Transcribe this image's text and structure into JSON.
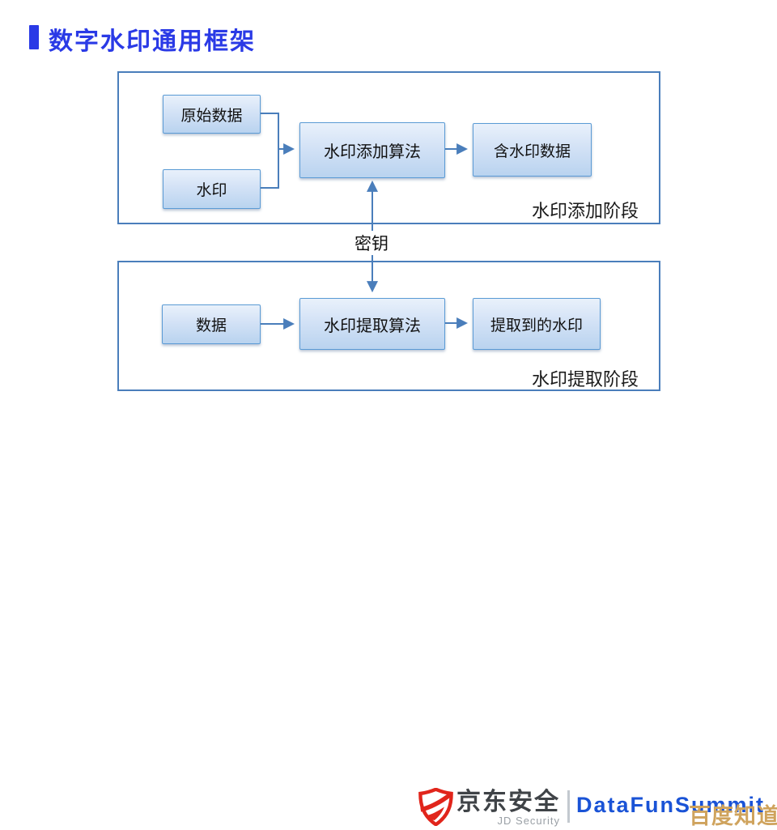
{
  "slide": {
    "title": "数字水印通用框架"
  },
  "diagram": {
    "embed_stage": {
      "label": "水印添加阶段",
      "boxes": {
        "original_data": "原始数据",
        "watermark": "水印",
        "embed_algorithm": "水印添加算法",
        "watermarked_data": "含水印数据"
      }
    },
    "key_label": "密钥",
    "extract_stage": {
      "label": "水印提取阶段",
      "boxes": {
        "data": "数据",
        "extract_algorithm": "水印提取算法",
        "extracted_watermark": "提取到的水印"
      }
    }
  },
  "footer": {
    "jd_security_cn": "京东安全",
    "jd_security_en": "JD Security",
    "datafun_summit": "DataFunSummit",
    "site_watermark": "百度知道"
  },
  "icons": {
    "jd_shield": "shield-icon"
  },
  "colors": {
    "title_blue": "#2a3ae6",
    "connector_blue": "#4a7ebb",
    "box_border_blue": "#5b9bd5",
    "box_fill_top": "#e9f1fb",
    "box_fill_bottom": "#b9d3ef",
    "jd_red": "#e1251b",
    "summit_blue": "#1a53d6",
    "watermark_gold": "#cfa35d"
  }
}
